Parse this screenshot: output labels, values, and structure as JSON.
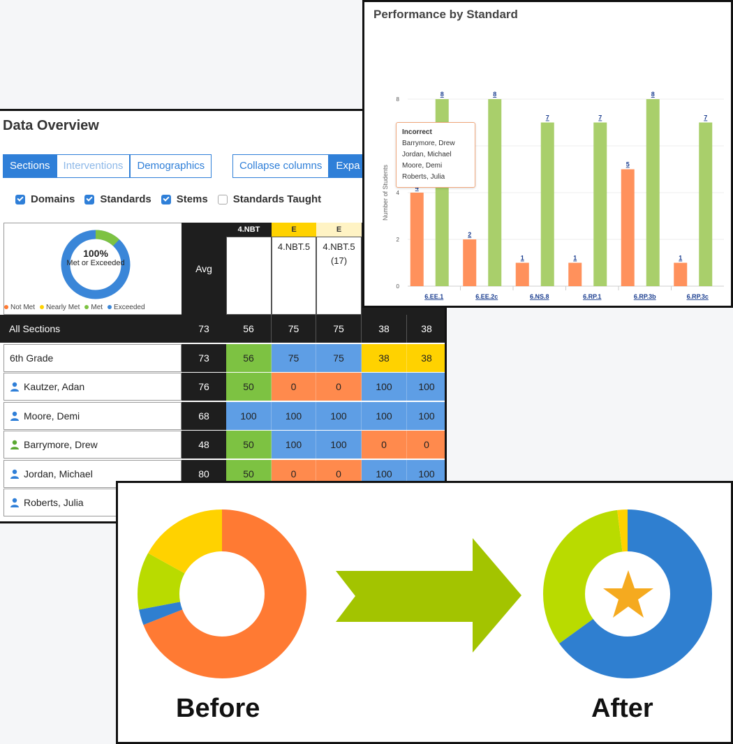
{
  "overview": {
    "title": "Data Overview",
    "tabs": [
      {
        "label": "Sections",
        "state": "active"
      },
      {
        "label": "Interventions",
        "state": "muted"
      },
      {
        "label": "Demographics",
        "state": "normal"
      }
    ],
    "columns_buttons": [
      {
        "label": "Collapse columns",
        "state": "normal"
      },
      {
        "label": "Expa",
        "state": "active"
      }
    ],
    "checkboxes": [
      {
        "label": "Domains",
        "checked": true
      },
      {
        "label": "Standards",
        "checked": true
      },
      {
        "label": "Stems",
        "checked": true
      },
      {
        "label": "Standards Taught",
        "checked": false
      }
    ],
    "donut": {
      "percent": "100%",
      "caption": "Met or Exceeded",
      "met_fraction": 0.12,
      "exceeded_fraction": 0.88
    },
    "legend": [
      {
        "label": "Not Met",
        "color": "#ff7a33"
      },
      {
        "label": "Nearly Met",
        "color": "#ffd200"
      },
      {
        "label": "Met",
        "color": "#7dc242"
      },
      {
        "label": "Exceeded",
        "color": "#3a86d8"
      }
    ],
    "avg_header": "Avg",
    "column_headers": [
      {
        "tag": "4.NBT",
        "label": "",
        "tag_bg": "#1e1e1e",
        "tag_color": "#ffffff"
      },
      {
        "tag": "E",
        "label": "4.NBT.5",
        "tag_bg": "#ffd200",
        "tag_color": "#333333"
      },
      {
        "tag": "E",
        "label": "4.NBT.5 (17)",
        "tag_bg": "#fff3c4",
        "tag_color": "#333333"
      }
    ],
    "rows": [
      {
        "name": "All Sections",
        "avg": "73",
        "kind": "total",
        "values": [
          "56",
          "75",
          "75",
          "38",
          "38"
        ],
        "colors": [
          "",
          "",
          "",
          "",
          ""
        ]
      },
      {
        "name": "6th Grade",
        "avg": "73",
        "kind": "group",
        "values": [
          "56",
          "75",
          "75",
          "38",
          "38"
        ],
        "colors": [
          "#7dc242",
          "#5e9ee5",
          "#5e9ee5",
          "#ffd200",
          "#ffd200"
        ]
      },
      {
        "name": "Kautzer, Adan",
        "avg": "76",
        "kind": "student",
        "icon_color": "#2f7fd8",
        "values": [
          "50",
          "0",
          "0",
          "100",
          "100"
        ],
        "colors": [
          "#7dc242",
          "#ff8a4d",
          "#ff8a4d",
          "#5e9ee5",
          "#5e9ee5"
        ]
      },
      {
        "name": "Moore, Demi",
        "avg": "68",
        "kind": "student",
        "icon_color": "#2f7fd8",
        "values": [
          "100",
          "100",
          "100",
          "100",
          "100"
        ],
        "colors": [
          "#5e9ee5",
          "#5e9ee5",
          "#5e9ee5",
          "#5e9ee5",
          "#5e9ee5"
        ]
      },
      {
        "name": "Barrymore, Drew",
        "avg": "48",
        "kind": "student",
        "icon_color": "#5aa832",
        "values": [
          "50",
          "100",
          "100",
          "0",
          "0"
        ],
        "colors": [
          "#7dc242",
          "#5e9ee5",
          "#5e9ee5",
          "#ff8a4d",
          "#ff8a4d"
        ]
      },
      {
        "name": "Jordan, Michael",
        "avg": "80",
        "kind": "student",
        "icon_color": "#2f7fd8",
        "values": [
          "50",
          "0",
          "0",
          "100",
          "100"
        ],
        "colors": [
          "#7dc242",
          "#ff8a4d",
          "#ff8a4d",
          "#5e9ee5",
          "#5e9ee5"
        ]
      },
      {
        "name": "Roberts, Julia",
        "avg": "",
        "kind": "student",
        "icon_color": "#2f7fd8",
        "values": [],
        "colors": []
      }
    ]
  },
  "chart_data": [
    {
      "type": "bar",
      "title": "Performance by Standard",
      "ylabel": "Number of Students",
      "xlabel": "",
      "ylim": [
        0,
        8
      ],
      "yticks": [
        "0",
        "2",
        "4",
        "6",
        "8"
      ],
      "grid": true,
      "categories": [
        "6.EE.1",
        "6.EE.2c",
        "6.NS.8",
        "6.RP.1",
        "6.RP.3b",
        "6.RP.3c"
      ],
      "series": [
        {
          "values": [
            4,
            2,
            1,
            1,
            5,
            1
          ],
          "color": "#ff915c"
        },
        {
          "values": [
            8,
            8,
            7,
            7,
            8,
            7
          ],
          "color": "#a9cf6b"
        }
      ],
      "value_labels": [
        [
          "4",
          "2",
          "1",
          "1",
          "5",
          "1"
        ],
        [
          "8",
          "8",
          "7",
          "7",
          "8",
          "7"
        ]
      ],
      "tooltip": {
        "title": "Incorrect",
        "lines": [
          "Barrymore, Drew",
          "Jordan, Michael",
          "Moore, Demi",
          "Roberts, Julia"
        ]
      }
    },
    {
      "type": "pie",
      "title": "Before",
      "slices": [
        {
          "value": 69,
          "color": "#ff7a33"
        },
        {
          "value": 3,
          "color": "#2f7fd0"
        },
        {
          "value": 11,
          "color": "#b9db00"
        },
        {
          "value": 17,
          "color": "#ffd200"
        }
      ]
    },
    {
      "type": "pie",
      "title": "After",
      "slices": [
        {
          "value": 65,
          "color": "#2f7fd0"
        },
        {
          "value": 33,
          "color": "#b9db00"
        },
        {
          "value": 2,
          "color": "#ffd200"
        }
      ]
    }
  ],
  "before_after": {
    "before_label": "Before",
    "after_label": "After",
    "arrow_color": "#a3c400",
    "star_color": "#f5aa1f"
  }
}
